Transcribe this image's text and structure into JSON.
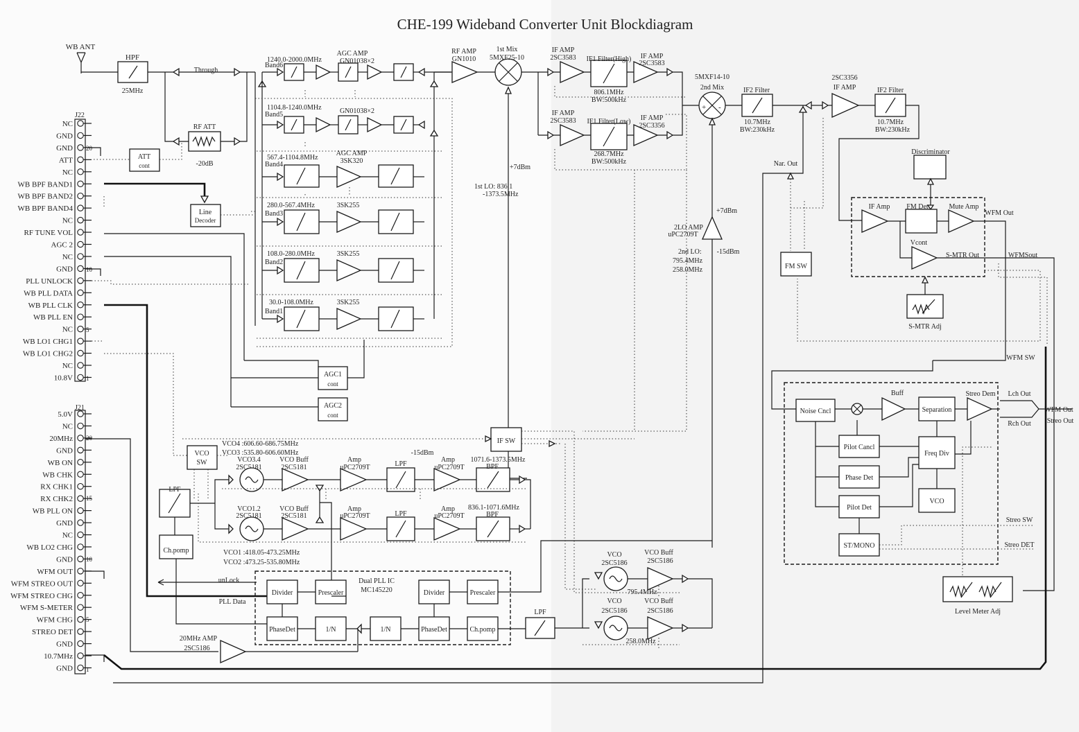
{
  "title": "CHE-199 Wideband Converter Unit Blockdiagram",
  "antenna": "WB ANT",
  "connector_j22": {
    "name": "J22",
    "pins": [
      "NC",
      "GND",
      "GND",
      "ATT",
      "NC",
      "WB BPF BAND1",
      "WB BPF BAND2",
      "WB BPF BAND4",
      "NC",
      "RF TUNE VOL",
      "AGC 2",
      "NC",
      "GND",
      "PLL UNLOCK",
      "WB PLL DATA",
      "WB PLL CLK",
      "WB PLL EN",
      "NC",
      "WB LO1 CHG1",
      "WB LO1 CHG2",
      "NC",
      "10.8V"
    ],
    "pin_numbers": [
      "20",
      "10",
      "5",
      "1"
    ]
  },
  "connector_j21": {
    "name": "J21",
    "pins": [
      "5.0V",
      "NC",
      "20MHz",
      "GND",
      "WB ON",
      "WB CHK",
      "RX CHK1",
      "RX CHK2",
      "WB PLL ON",
      "GND",
      "NC",
      "WB LO2 CHG",
      "GND",
      "WFM OUT",
      "WFM STREO OUT",
      "WFM STREO CHG",
      "WFM S-METER",
      "WFM CHG",
      "STREO DET",
      "GND",
      "10.7MHz",
      "GND"
    ],
    "pin_numbers": [
      "20",
      "15",
      "10",
      "5",
      "1"
    ]
  },
  "front_end": {
    "hpf": "HPF",
    "hpf_freq": "25MHz",
    "through": "Through",
    "rf_att": "RF ATT",
    "rf_att_value": "-20dB",
    "att_cont": [
      "ATT",
      "cont"
    ],
    "line_decoder": [
      "Line",
      "Decoder"
    ]
  },
  "bands": {
    "band6_freq": "1240.0-2000.0MHz",
    "band6": "Band6",
    "agc_amp_top": "AGC AMP",
    "gn_top": "GN01038×2",
    "band5_freq": "1104.8-1240.0MHz",
    "band5": "Band5",
    "gn_b5": "GN01038×2",
    "band4_freq": "567.4-1104.8MHz",
    "band4": "Band4",
    "agc_amp_b4": "AGC AMP",
    "b4_dev": "3SK320",
    "band3_freq": "280.0-567.4MHz",
    "band3": "Band3",
    "b3_dev": "3SK255",
    "band2_freq": "108.0-280.0MHz",
    "band2": "Band2",
    "b2_dev": "3SK255",
    "band1_freq": "30.0-108.0MHz",
    "band1": "Band1",
    "b1_dev": "3SK255"
  },
  "agc": {
    "agc1": [
      "AGC1",
      "cont"
    ],
    "agc2": [
      "AGC2",
      "cont"
    ]
  },
  "mixer1": {
    "rf_amp": "RF AMP",
    "rf_dev": "GN1010",
    "mix": "1st Mix",
    "mix_dev": "5MXF25-10",
    "lo_level": "+7dBm",
    "lo_label": "1st LO: 836.1",
    "lo_range": "-1373.5MHz"
  },
  "if1": {
    "amp_a": "IF AMP",
    "amp_a_dev": "2SC3583",
    "filter_high": "IF1 Filter(High)",
    "high_freq": "806.1MHz",
    "high_bw": "BW:500kHz",
    "amp_b": "IF AMP",
    "amp_b_dev": "2SC3583",
    "amp_c": "IF AMP",
    "amp_c_dev": "2SC3583",
    "filter_low": "IF1 Filter(Low)",
    "low_freq": "268.7MHz",
    "low_bw": "BW:500kHz",
    "amp_d": "IF AMP",
    "amp_d_dev": "2SC3356"
  },
  "mixer2": {
    "dev": "5MXF14-10",
    "mix": "2nd Mix",
    "lo_level": "+7dBm",
    "lo_amp": "2LO AMP",
    "lo_amp_dev": "uPC2709T",
    "lo_in": "-15dBm",
    "lo_label": "2nd LO:",
    "lo_f1": "795.4MHz",
    "lo_f2": "258.0MHz"
  },
  "if2": {
    "filter_a": "IF2 Filter",
    "fa_freq": "10.7MHz",
    "fa_bw": "BW:230kHz",
    "amp_dev": "2SC3356",
    "amp": "IF AMP",
    "filter_b": "IF2 Filter",
    "fb_freq": "10.7MHz",
    "fb_bw": "BW:230kHz",
    "nar_out": "Nar. Out"
  },
  "fm_section": {
    "discriminator": "Discriminator",
    "if_amp": "IF Amp",
    "fm_det": "FM Det",
    "mute_amp": "Mute Amp",
    "wfm_out": "WFM Out",
    "vcont": "Vcont",
    "smtr_out": "S-MTR Out",
    "wfmsout": "WFMSout",
    "fm_sw": "FM SW",
    "smtr_adj": "S-MTR Adj",
    "wfm_sw": "WFM SW"
  },
  "stereo": {
    "noise_cncl": "Noise Cncl",
    "buff": "Buff",
    "separation": "Separation",
    "streo_dem": "Streo Dem",
    "lch_out": "Lch Out",
    "rch_out": "Rch Out",
    "wfm_out": "WFM Out",
    "streo_out": "Streo Out",
    "pilot_cancl": "Pilot Cancl",
    "freq_div": "Freq Div",
    "phase_det": "Phase Det",
    "vco": "VCO",
    "pilot_det": "Pilot Det",
    "st_mono": "ST/MONO",
    "streo_sw": "Streo SW",
    "streo_det": "Streo DET",
    "level_meter": "Level Meter Adj"
  },
  "lo1": {
    "vco4": "VCO4 :606.60-686.75MHz",
    "vco3": "VCO3 :535.80-606.60MHz",
    "vco_sw": [
      "VCO",
      "SW"
    ],
    "vco34": "VCO3.4",
    "vco34_dev": "2SC5181",
    "buff_a": "VCO Buff",
    "buff_a_dev": "2SC5181",
    "amp_a": "Amp",
    "amp_a_dev": "uPC2709T",
    "lpf_a": "LPF",
    "level": "-15dBm",
    "amp_b": "Amp",
    "amp_b_dev": "uPC2709T",
    "bpf_a_freq": "1071.6-1373.5MHz",
    "bpf_a": "BPF",
    "lpf": "LPF",
    "vco12": "VCO1.2",
    "vco12_dev": "2SC5181",
    "buff_b": "VCO Buff",
    "buff_b_dev": "2SC5181",
    "amp_c": "Amp",
    "amp_c_dev": "uPC2709T",
    "lpf_b": "LPF",
    "amp_d": "Amp",
    "amp_d_dev": "uPC2709T",
    "bpf_b_freq": "836.1-1071.6MHz",
    "bpf_b": "BPF",
    "ch_pump": "Ch.pomp",
    "vco1": "VCO1 :418.05-473.25MHz",
    "vco2": "VCO2 :473.25-535.80MHz",
    "if_sw": "IF SW"
  },
  "pll": {
    "unlock": "unLock",
    "pll_data": "PLL Data",
    "ic": "Dual PLL IC",
    "ic_dev": "MC145220",
    "divider_a": "Divider",
    "prescaler_a": "Prescaler",
    "divider_b": "Divider",
    "prescaler_b": "Prescaler",
    "phasedet_a": "PhaseDet",
    "div_1n_a": "1/N",
    "div_1n_b": "1/N",
    "phasedet_b": "PhaseDet",
    "ch_pump": "Ch.pomp",
    "ref_amp": "20MHz AMP",
    "ref_dev": "2SC5186",
    "lpf": "LPF"
  },
  "lo2": {
    "vco_a": "VCO",
    "vco_a_dev": "2SC5186",
    "buff_a": "VCO Buff",
    "buff_a_dev": "2SC5186",
    "freq_a": "795.4MHz",
    "vco_b": "VCO",
    "vco_b_dev": "2SC5186",
    "buff_b": "VCO Buff",
    "buff_b_dev": "2SC5186",
    "freq_b": "258.0MHz"
  }
}
